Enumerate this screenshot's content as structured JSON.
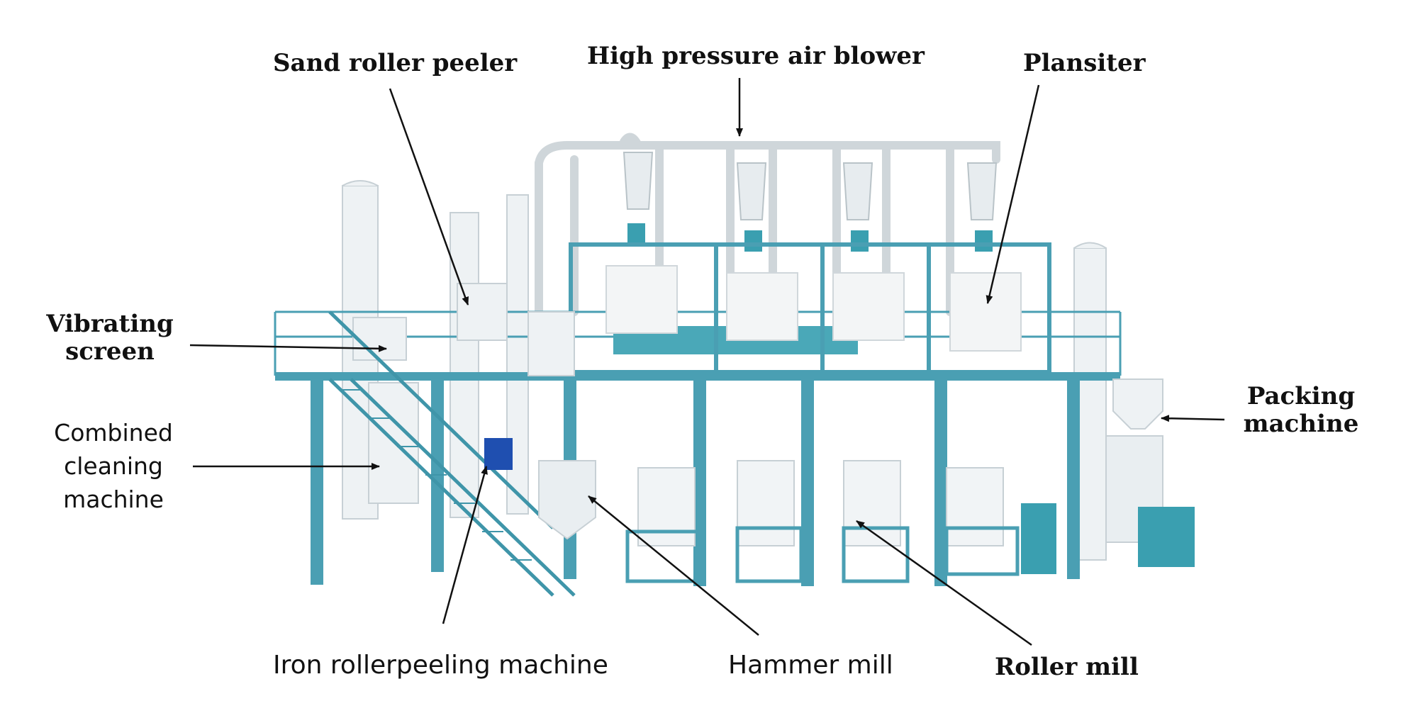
{
  "labels": {
    "sand_roller_peeler": "Sand roller peeler",
    "high_pressure_air_blower": "High pressure air blower",
    "plansiter": "Plansiter",
    "vibrating_screen": [
      "Vibrating",
      "screen"
    ],
    "combined_cleaning_machine": [
      "Combined",
      "cleaning",
      "machine"
    ],
    "packing_machine": [
      "Packing",
      "machine"
    ],
    "iron_roller_peeling_machine": "Iron rollerpeeling machine",
    "hammer_mill": "Hammer mill",
    "roller_mill": "Roller mill"
  },
  "colors": {
    "frame_blue": "#4a9fb3",
    "frame_dark": "#2f7f93",
    "machine_white": "#eef2f4",
    "pipe_silver": "#cfd6da",
    "motor_blue": "#1f4fb0",
    "label_text": "#111111",
    "arrow": "#111111"
  }
}
